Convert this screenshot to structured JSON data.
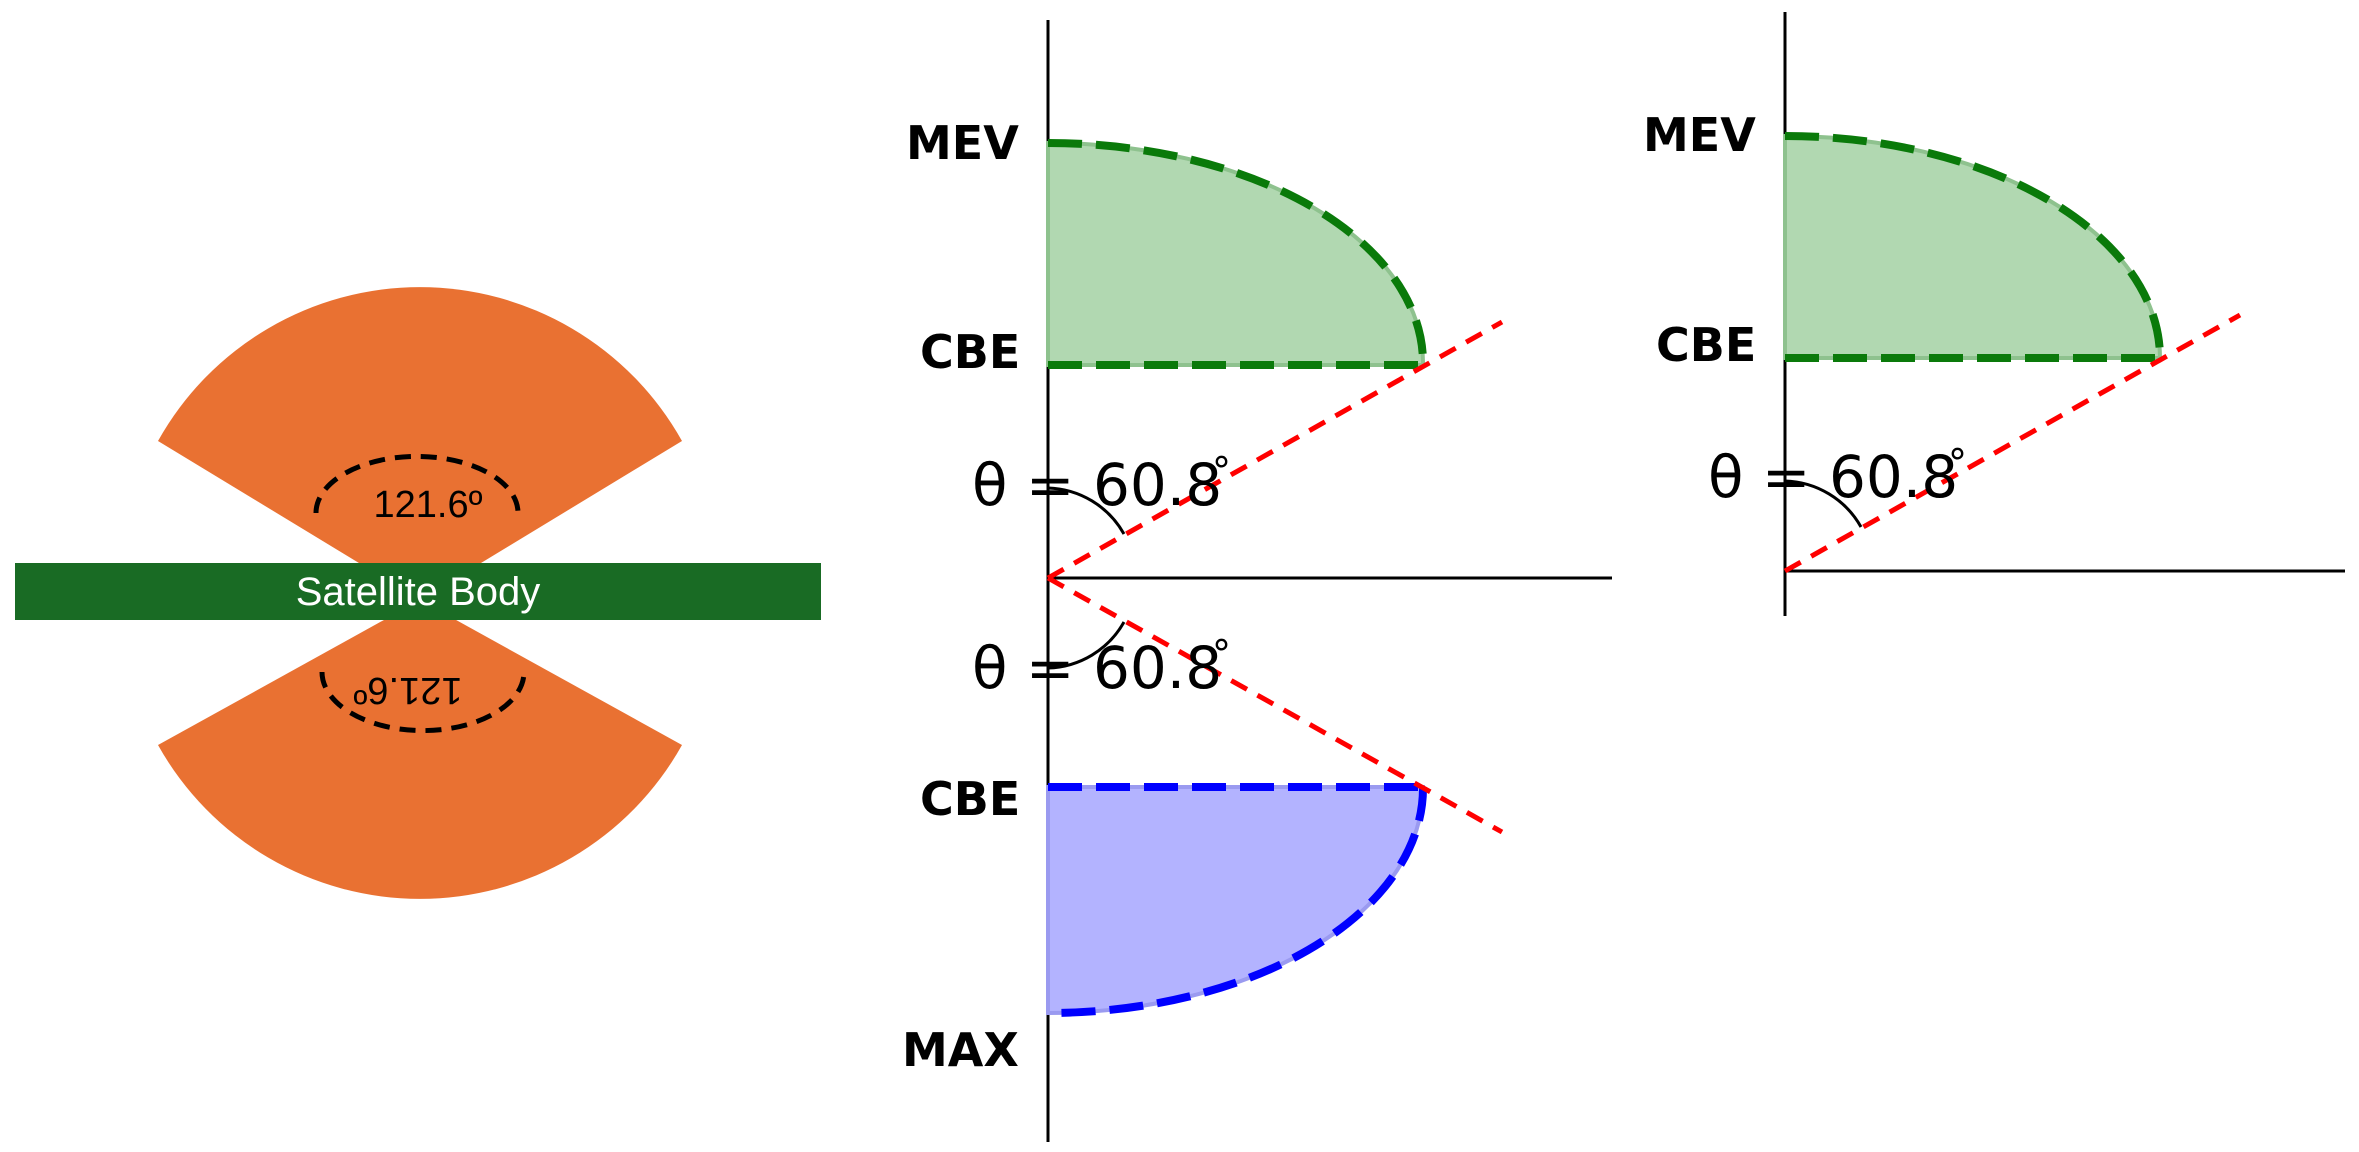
{
  "left_diagram": {
    "body_label": "Satellite Body",
    "upper_angle_label": "121.6º",
    "lower_angle_label": "121.6º",
    "sector_color": "#E97132",
    "body_color": "#196B24"
  },
  "middle_diagram": {
    "upper_top_label": "MEV",
    "upper_bottom_label": "CBE",
    "upper_theta": "θ = 60.8",
    "upper_theta_unit": "°",
    "lower_theta": "θ = 60.8",
    "lower_theta_unit": "°",
    "lower_top_label": "CBE",
    "lower_bottom_label": "MAX",
    "green_color": "#008000",
    "blue_color": "#0000FF",
    "red_color": "#FF0000"
  },
  "right_diagram": {
    "top_label": "MEV",
    "bottom_label": "CBE",
    "theta": "θ = 60.8",
    "theta_unit": "°"
  }
}
